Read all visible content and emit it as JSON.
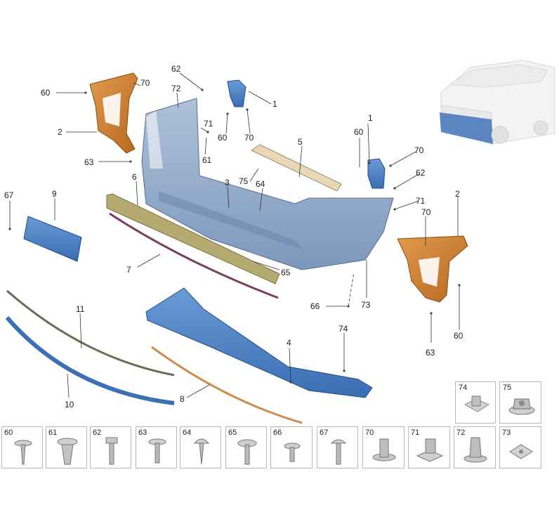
{
  "callouts": {
    "c60a": "60",
    "c2a": "2",
    "c63a": "63",
    "c70a": "70",
    "c62a": "62",
    "c72": "72",
    "c71a": "71",
    "c61": "61",
    "c60b": "60",
    "c70b": "70",
    "c1a": "1",
    "c5": "5",
    "c75": "75",
    "c64": "64",
    "c3": "3",
    "c1b": "1",
    "c60c": "60",
    "c70c": "70",
    "c62b": "62",
    "c71b": "71",
    "c70d": "70",
    "c2b": "2",
    "c67": "67",
    "c9": "9",
    "c6": "6",
    "c7": "7",
    "c65": "65",
    "c66": "66",
    "c73": "73",
    "c60d": "60",
    "c63b": "63",
    "c11": "11",
    "c10": "10",
    "c8": "8",
    "c4": "4",
    "c74": "74"
  },
  "fasteners": {
    "bottom_row": [
      "60",
      "61",
      "62",
      "63",
      "64",
      "65",
      "66",
      "67",
      "70",
      "71",
      "72",
      "73"
    ],
    "upper_row": [
      "74",
      "75"
    ]
  },
  "colors": {
    "blue_parts": "#4f84c6",
    "bracket_orange": "#c87a2e",
    "bumper_body": "#8fa9c9",
    "beam_khaki": "#b5ab70",
    "leader": "#333333"
  }
}
